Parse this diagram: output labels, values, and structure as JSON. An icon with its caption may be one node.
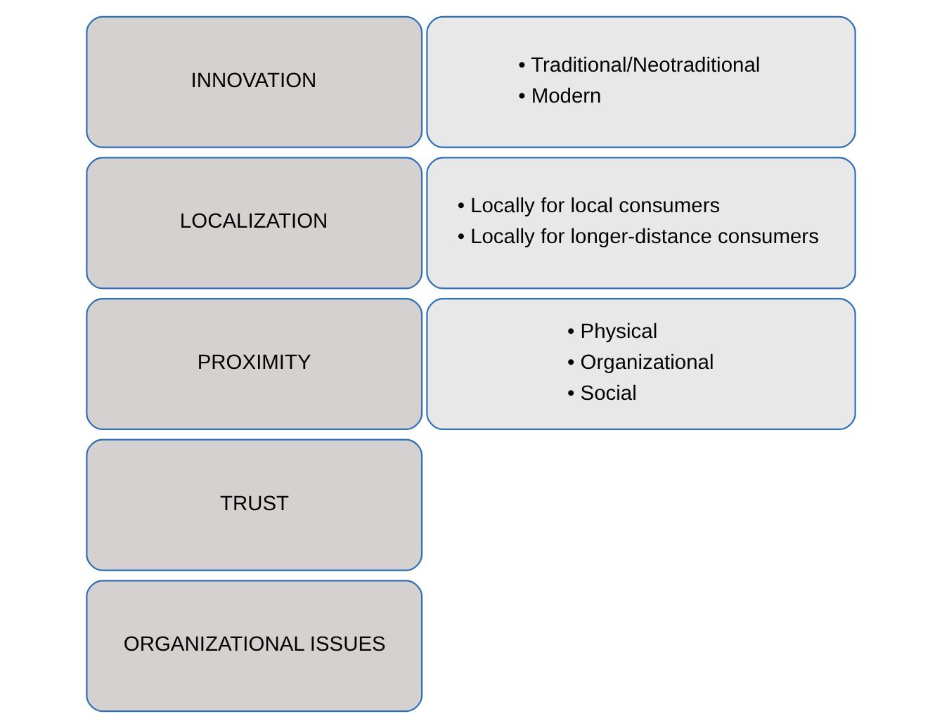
{
  "diagram": {
    "nodes": [
      {
        "text": [
          "INNOVATION"
        ]
      },
      {
        "text": [
          "LOCALIZATION"
        ]
      },
      {
        "text": [
          "PROXIMITY"
        ]
      },
      {
        "text": [
          "TRUST"
        ]
      },
      {
        "text": [
          "ORGANIZATIONAL ISSUES"
        ]
      },
      {
        "text": [
          "• Traditional/Neotraditional",
          "• Modern"
        ]
      },
      {
        "text": [
          "• Locally for local consumers",
          "• Locally for longer-distance consumers"
        ]
      },
      {
        "text": [
          "• Physical",
          "• Organizational",
          "• Social"
        ]
      }
    ]
  }
}
